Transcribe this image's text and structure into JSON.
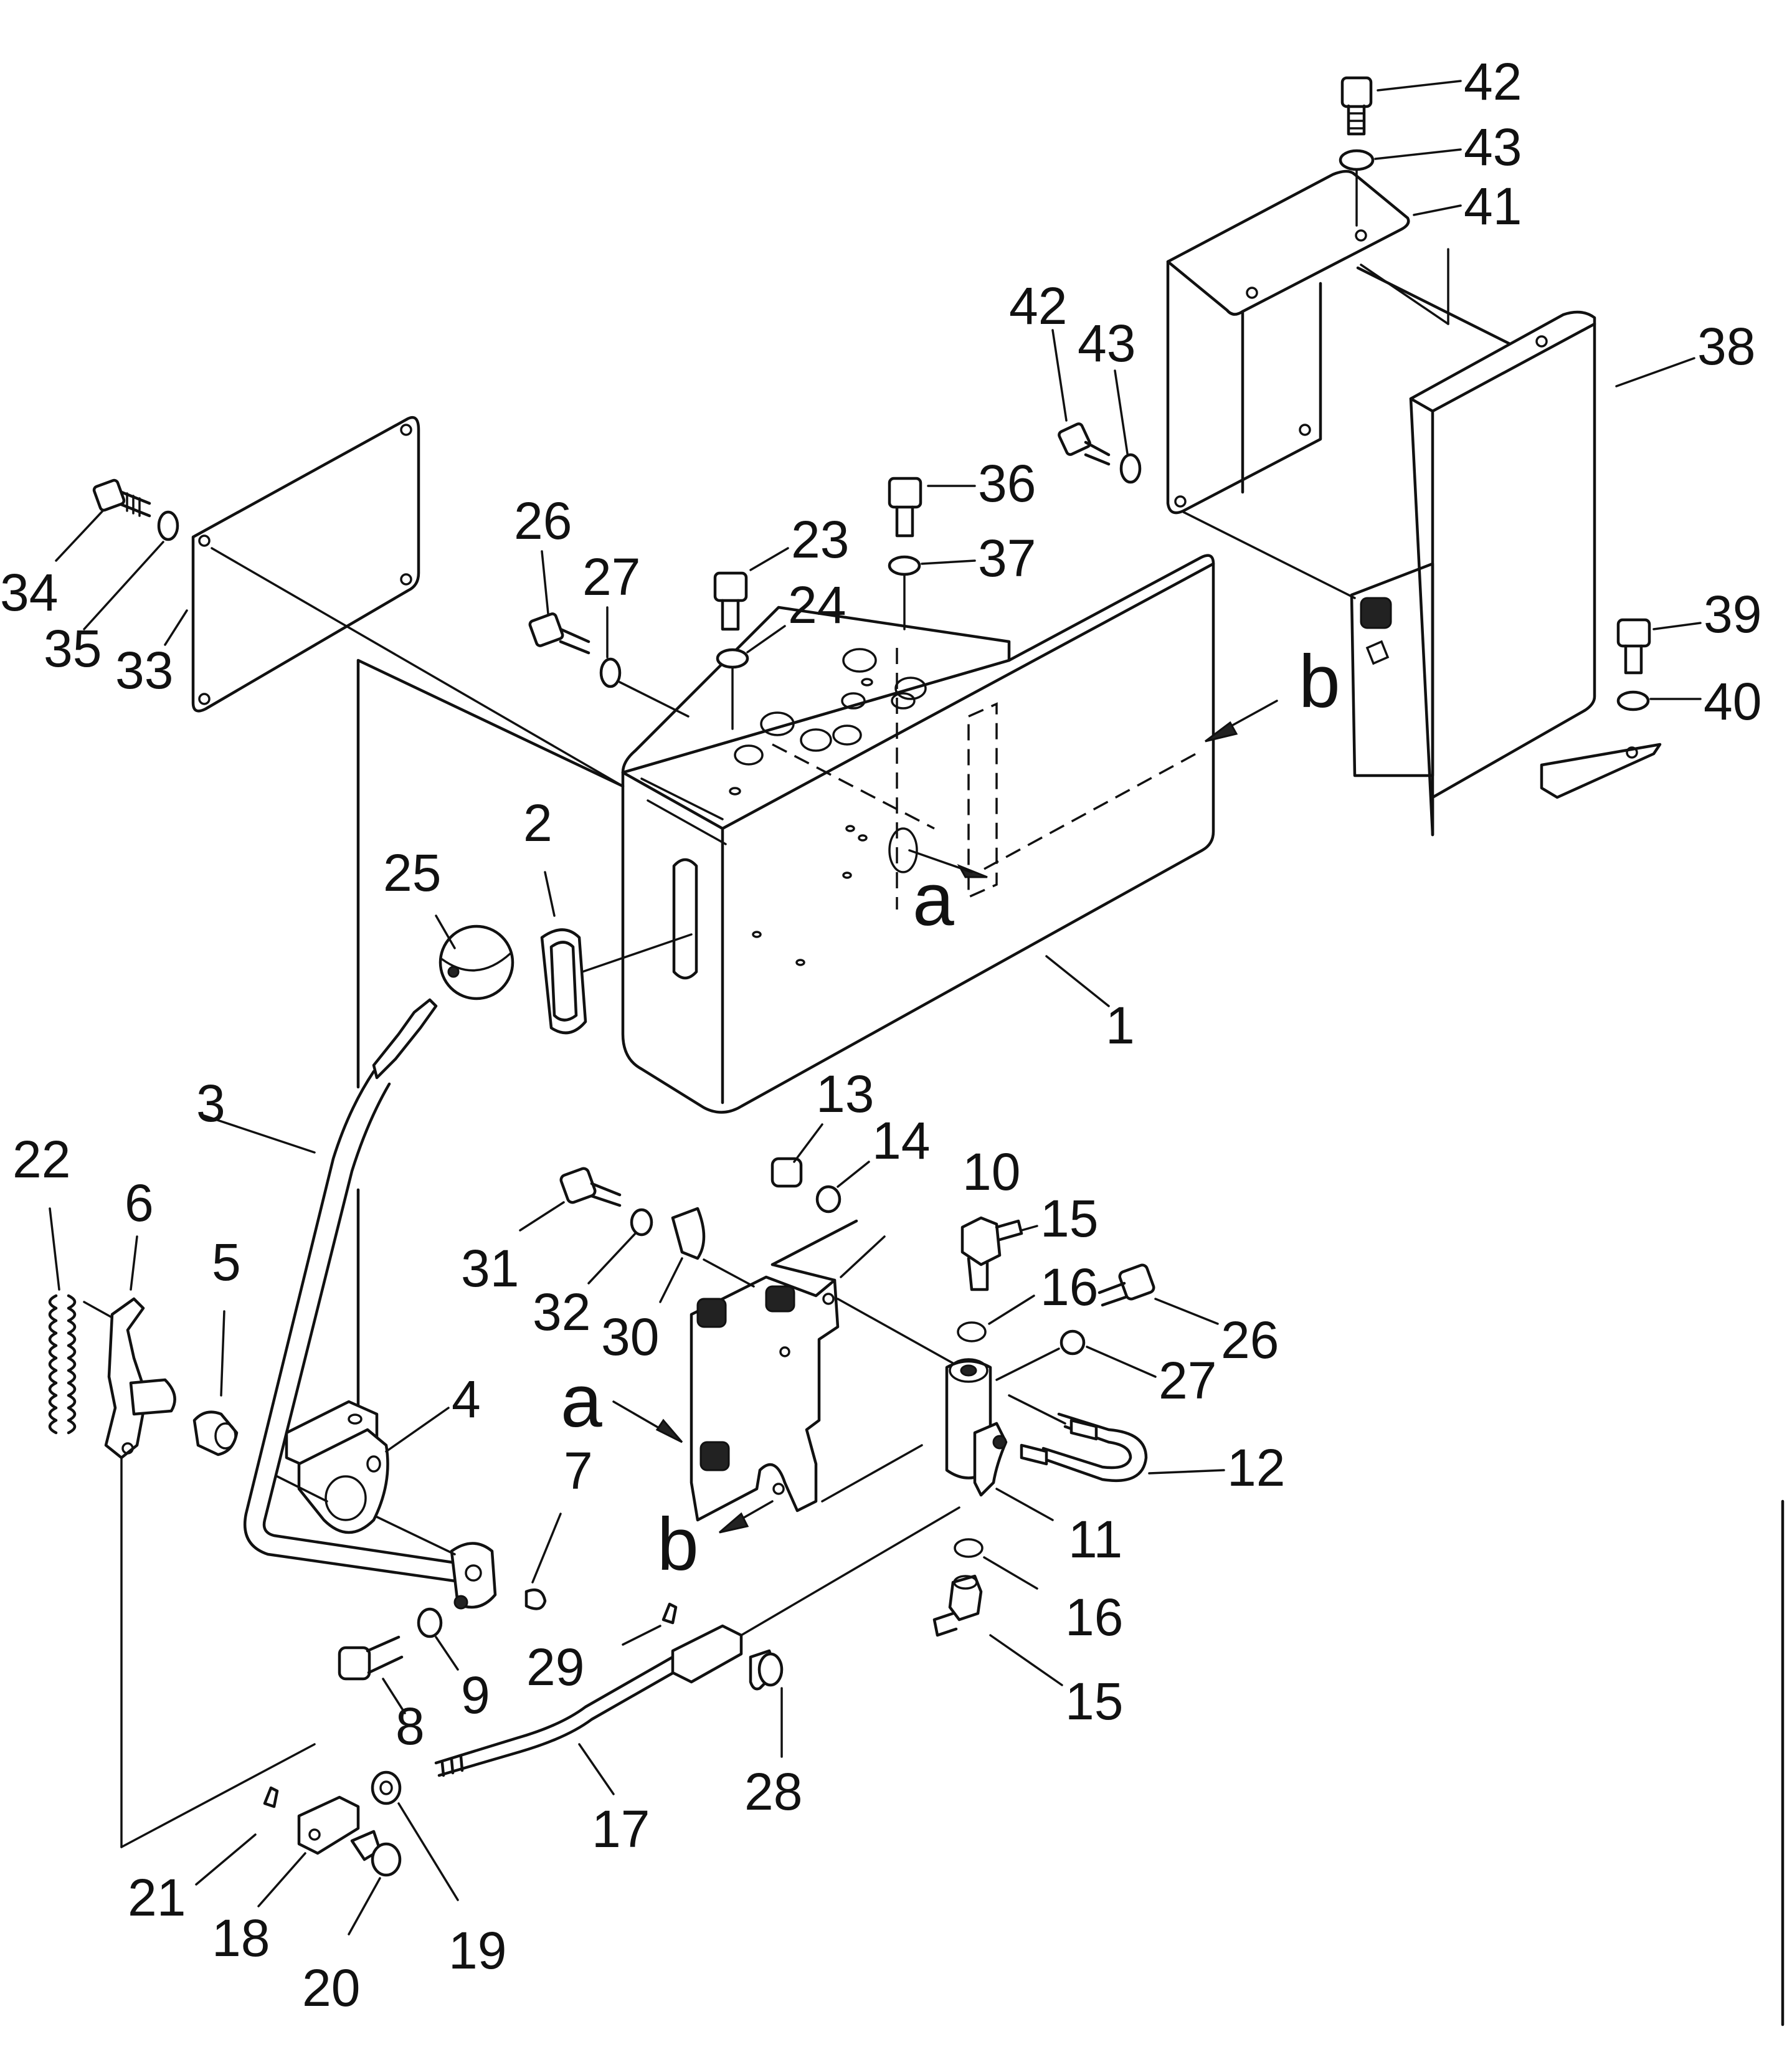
{
  "callouts": {
    "p1": "1",
    "p2": "2",
    "p3": "3",
    "p4": "4",
    "p5": "5",
    "p6": "6",
    "p7": "7",
    "p8": "8",
    "p9": "9",
    "p10": "10",
    "p11": "11",
    "p12": "12",
    "p13": "13",
    "p14": "14",
    "p15a": "15",
    "p15b": "15",
    "p16a": "16",
    "p16b": "16",
    "p17": "17",
    "p18": "18",
    "p19": "19",
    "p20": "20",
    "p21": "21",
    "p22": "22",
    "p23": "23",
    "p24": "24",
    "p25": "25",
    "p26a": "26",
    "p26b": "26",
    "p27a": "27",
    "p27b": "27",
    "p28": "28",
    "p29": "29",
    "p30": "30",
    "p31": "31",
    "p32": "32",
    "p33": "33",
    "p34": "34",
    "p35": "35",
    "p36": "36",
    "p37": "37",
    "p38": "38",
    "p39": "39",
    "p40": "40",
    "p41": "41",
    "p42a": "42",
    "p42b": "42",
    "p43a": "43",
    "p43b": "43"
  },
  "view_markers": {
    "a_top": "a",
    "b_top": "b",
    "a_bottom": "a",
    "b_bottom": "b"
  }
}
